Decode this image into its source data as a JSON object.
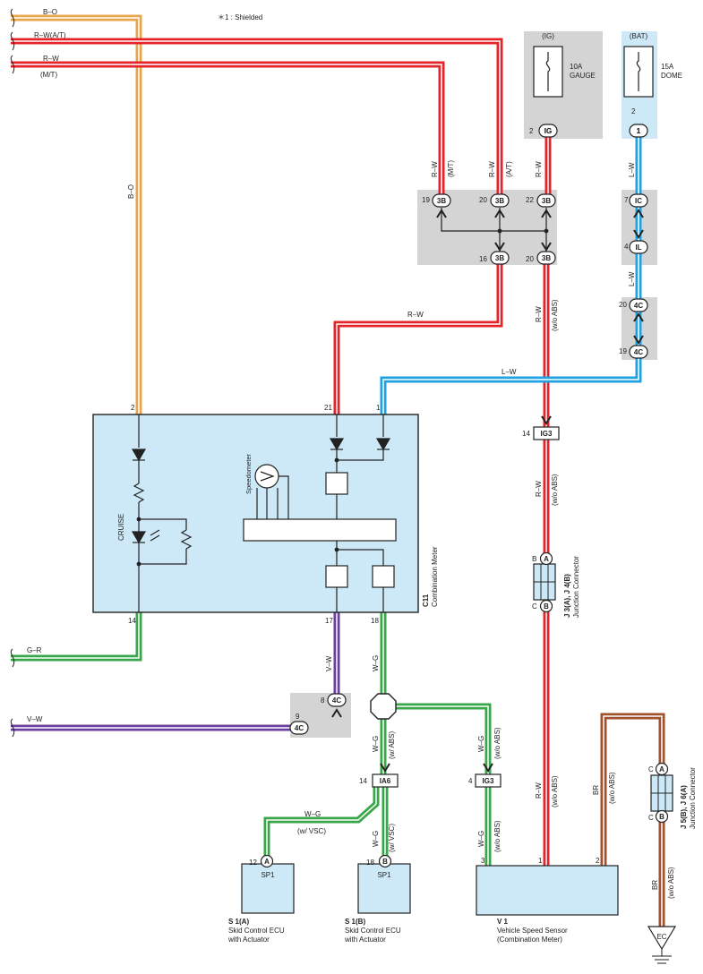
{
  "note": "＊1 : Shielded",
  "colors": {
    "red": "#e3242b",
    "orange": "#e8a64a",
    "brown": "#a0522d",
    "blue": "#1fa3e0",
    "purple": "#6b3fa0",
    "green": "#3aa64a",
    "component_fill": "#cde9f8",
    "junction_fill": "#d4d4d4"
  },
  "left_wires": {
    "bo": "B–O",
    "rw_at": "R–W(A/T)",
    "rw": "R–W",
    "mt": "(M/T)",
    "gr": "G–R",
    "vw": "V–W"
  },
  "fuses": {
    "ig": {
      "title": "(IG)",
      "rating": "10A",
      "name": "GAUGE",
      "pin": "2",
      "conn": "IG"
    },
    "bat": {
      "title": "(BAT)",
      "rating": "15A",
      "name": "DOME",
      "pin": "2",
      "conn": "1"
    }
  },
  "vertical_labels": {
    "bo": "B–O",
    "rw": "R–W",
    "mt": "(M/T)",
    "at": "(A/T)",
    "lw": "L–W",
    "wo_abs": "(w/o ABS)",
    "vw": "V–W",
    "wg": "W–G",
    "w_abs": "(w/ ABS)",
    "w_vsc": "(w/ VSC)",
    "br": "BR"
  },
  "horizontal_labels": {
    "rw": "R–W",
    "lw": "L–W",
    "vw": "V–W",
    "wg": "W–G",
    "w_vsc": "(w/ VSC)"
  },
  "junction_3b": {
    "top_pins": [
      "19",
      "20",
      "22"
    ],
    "bottom_pins": [
      "16",
      "20"
    ],
    "conn": "3B"
  },
  "junction_bat": {
    "pins": [
      "7",
      "4",
      "20",
      "19"
    ],
    "conns": [
      "IC",
      "IL",
      "4C",
      "4C"
    ]
  },
  "combination_meter": {
    "code": "C11",
    "name": "Combination Meter",
    "top_pins": [
      "2",
      "21",
      "1"
    ],
    "bottom_pins": [
      "14",
      "17",
      "18"
    ],
    "speedometer": "Speedometer",
    "cruise": "CRUISE"
  },
  "ig3_top": {
    "pin": "14",
    "conn": "IG3"
  },
  "ig3_bottom": {
    "pin": "4",
    "conn": "IG3"
  },
  "ia6": {
    "pin": "14",
    "conn": "IA6"
  },
  "junction_4c": {
    "pins": [
      "8",
      "9"
    ],
    "conn": "4C"
  },
  "j3": {
    "code": "J 3(A), J 4(B)",
    "name": "Junction Connector",
    "pins": [
      "B",
      "A",
      "C",
      "B"
    ]
  },
  "j5": {
    "code": "J 5(B), J 6(A)",
    "name": "Junction Connector",
    "pins": [
      "C",
      "A",
      "C",
      "B"
    ]
  },
  "sp1a": {
    "pin": "12",
    "pin_letter": "A",
    "label": "SP1",
    "code": "S 1(A)",
    "name1": "Skid Control ECU",
    "name2": "with Actuator"
  },
  "sp1b": {
    "pin": "18",
    "pin_letter": "B",
    "label": "SP1",
    "code": "S 1(B)",
    "name1": "Skid Control ECU",
    "name2": "with Actuator"
  },
  "vss": {
    "pins": [
      "3",
      "1",
      "2"
    ],
    "code": "V 1",
    "name1": "Vehicle Speed Sensor",
    "name2": "(Combination Meter)"
  },
  "ground": {
    "label": "EC"
  }
}
